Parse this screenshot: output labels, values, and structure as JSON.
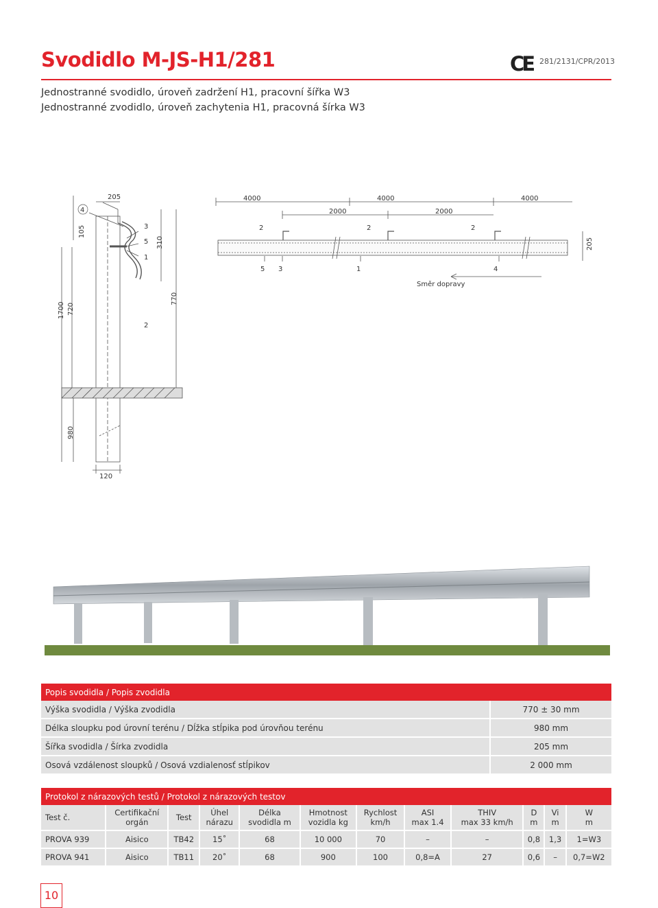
{
  "header": {
    "title": "Svodidlo M-JS-H1/281",
    "ce_mark": "CE",
    "certificate": "281/2131/CPR/2013",
    "subtitle_cz": "Jednostranné svodidlo, úroveň zadržení H1, pracovní šířka W3",
    "subtitle_sk": "Jednostranné zvodidlo, úroveň zachytenia H1, pracovná šírka W3",
    "accent_color": "#e2232b"
  },
  "drawing": {
    "section": {
      "dim_205": "205",
      "dim_105": "105",
      "dim_310": "310",
      "dim_770": "770",
      "dim_1700": "1700",
      "dim_720": "720",
      "dim_980": "980",
      "dim_120": "120",
      "mark_4": "4",
      "mark_3": "3",
      "mark_5": "5",
      "mark_1": "1",
      "mark_2": "2"
    },
    "plan": {
      "span_a": "4000",
      "span_b": "4000",
      "span_c": "4000",
      "half_a": "2000",
      "half_b": "2000",
      "post_a": "2",
      "post_b": "2",
      "post_c": "2",
      "mark_5": "5",
      "mark_3": "3",
      "mark_1": "1",
      "mark_4": "4",
      "width_205": "205",
      "direction_label": "Směr dopravy"
    }
  },
  "photo": {
    "description_icon": "guardrail-photo"
  },
  "description_table": {
    "header_cz": "Popis svodidla",
    "header_sk": " / Popis zvodidla",
    "rows": [
      {
        "label_cz": "Výška svodidla",
        "label_sk": " / Výška zvodidla",
        "value": "770 ± 30 mm"
      },
      {
        "label_cz": "Délka sloupku pod úrovní terénu",
        "label_sk": " / Dĺžka stĺpika pod úrovňou terénu",
        "value": "980 mm"
      },
      {
        "label_cz": "Šířka svodidla",
        "label_sk": " / Šírka zvodidla",
        "value": "205 mm"
      },
      {
        "label_cz": "Osová vzdálenost sloupků",
        "label_sk": " / Osová vzdialenosť stĺpikov",
        "value": "2 000 mm"
      }
    ]
  },
  "tests_table": {
    "header_cz": "Protokol z nárazových testů",
    "header_sk": " / Protokol z nárazových testov",
    "columns": [
      {
        "l1": "Test č.",
        "l2": ""
      },
      {
        "l1": "Certifikační",
        "l2": "orgán"
      },
      {
        "l1": "Test",
        "l2": ""
      },
      {
        "l1": "Úhel",
        "l2": "nárazu"
      },
      {
        "l1": "Délka",
        "l2": "svodidla m"
      },
      {
        "l1": "Hmotnost",
        "l2": "vozidla kg"
      },
      {
        "l1": "Rychlost",
        "l2": "km/h"
      },
      {
        "l1": "ASI",
        "l2": "max 1.4"
      },
      {
        "l1": "THIV",
        "l2": "max 33 km/h"
      },
      {
        "l1": "D",
        "l2": "m"
      },
      {
        "l1": "Vi",
        "l2": "m"
      },
      {
        "l1": "W",
        "l2": "m"
      }
    ],
    "rows": [
      [
        "PROVA 939",
        "Aisico",
        "TB42",
        "15˚",
        "68",
        "10 000",
        "70",
        "–",
        "–",
        "0,8",
        "1,3",
        "1=W3"
      ],
      [
        "PROVA 941",
        "Aisico",
        "TB11",
        "20˚",
        "68",
        "900",
        "100",
        "0,8=A",
        "27",
        "0,6",
        "–",
        "0,7=W2"
      ]
    ]
  },
  "footer": {
    "page_number": "10"
  }
}
